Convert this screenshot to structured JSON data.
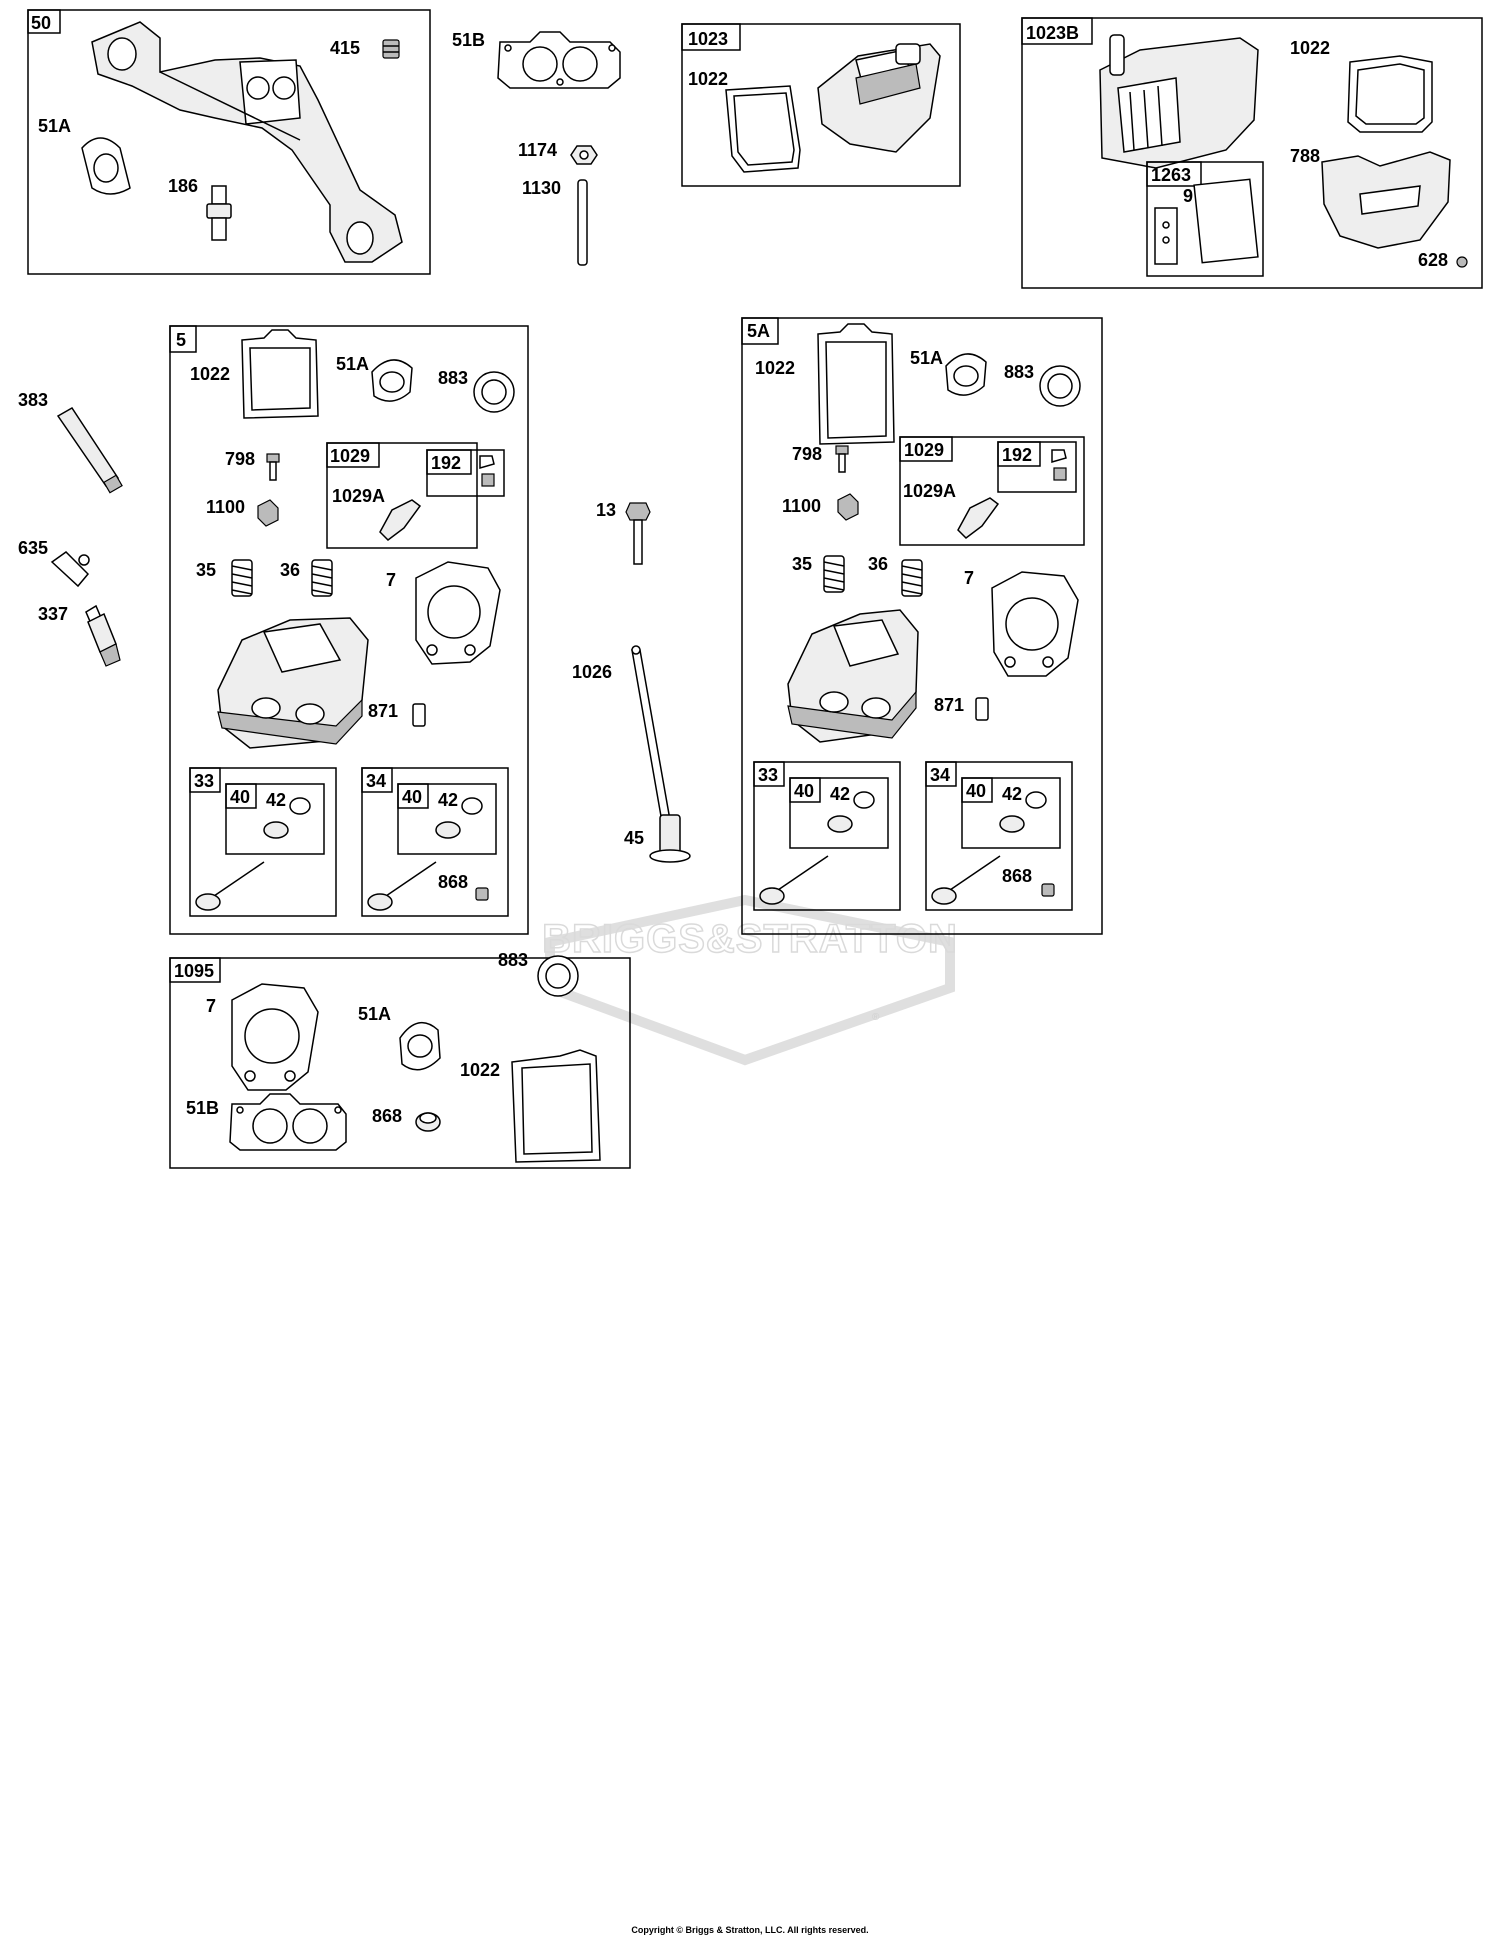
{
  "watermark": {
    "brand": "BRIGGS&STRATTON",
    "registered": "®"
  },
  "copyright": "Copyright © Briggs & Stratton, LLC. All rights reserved.",
  "boxes": {
    "b50": "50",
    "b1023": "1023",
    "b1023B": "1023B",
    "b1263": "1263",
    "b5": "5",
    "b1029_5": "1029",
    "b192_5": "192",
    "b33_5": "33",
    "b40_5a": "40",
    "b34_5": "34",
    "b40_5b": "40",
    "b5A": "5A",
    "b1029_5A": "1029",
    "b192_5A": "192",
    "b33_5A": "33",
    "b40_5Aa": "40",
    "b34_5A": "34",
    "b40_5Ab": "40",
    "b1095": "1095"
  },
  "labels": {
    "l415": "415",
    "l51A_top": "51A",
    "l186": "186",
    "l51B_top": "51B",
    "l1174": "1174",
    "l1130": "1130",
    "l1022_1023": "1022",
    "l1022_1023B": "1022",
    "l9": "9",
    "l788": "788",
    "l628": "628",
    "l383": "383",
    "l635": "635",
    "l337": "337",
    "l1022_5": "1022",
    "l51A_5": "51A",
    "l883_5": "883",
    "l798_5": "798",
    "l1029A_5": "1029A",
    "l1100_5": "1100",
    "l35_5": "35",
    "l36_5": "36",
    "l7_5": "7",
    "l871_5": "871",
    "l42_5a": "42",
    "l42_5b": "42",
    "l868_5": "868",
    "l13": "13",
    "l1026": "1026",
    "l45": "45",
    "l1022_5A": "1022",
    "l51A_5A": "51A",
    "l883_5A": "883",
    "l798_5A": "798",
    "l1029A_5A": "1029A",
    "l1100_5A": "1100",
    "l35_5A": "35",
    "l36_5A": "36",
    "l7_5A": "7",
    "l871_5A": "871",
    "l42_5Aa": "42",
    "l42_5Ab": "42",
    "l868_5A": "868",
    "l7_1095": "7",
    "l51A_1095": "51A",
    "l883_1095": "883",
    "l1022_1095": "1022",
    "l51B_1095": "51B",
    "l868_1095": "868"
  },
  "icons": {
    "cylinder_head": "cylinder-head-icon",
    "valve_cover": "valve-cover-icon",
    "gasket": "gasket-icon",
    "valve": "valve-icon",
    "spring": "spring-icon",
    "push_rod": "push-rod-icon",
    "spark_plug": "spark-plug-icon"
  }
}
